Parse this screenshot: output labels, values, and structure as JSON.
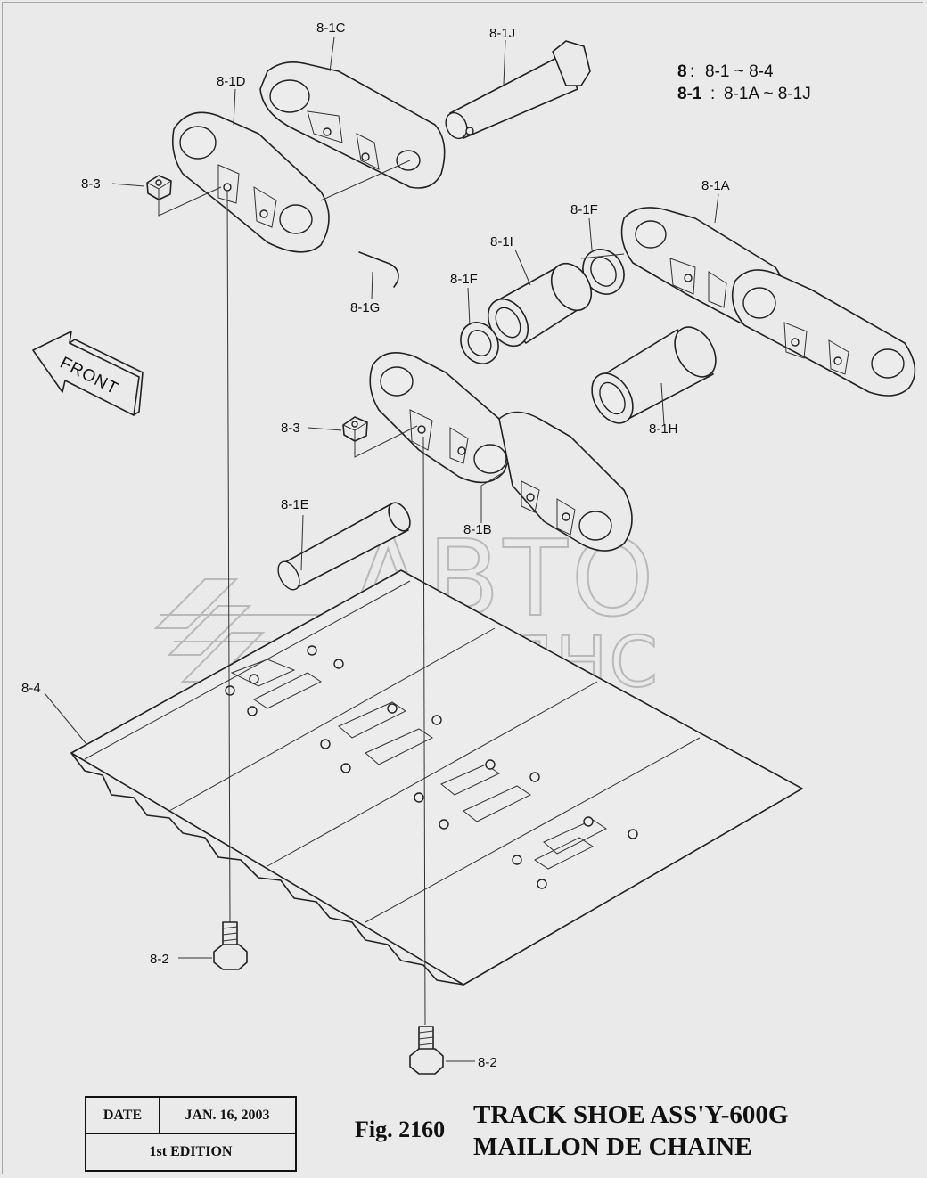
{
  "watermark": {
    "line1": "АВТО",
    "line2": "АЛЬЯНС"
  },
  "direction": {
    "label": "FRONT"
  },
  "notes": [
    {
      "key": "8",
      "sep": ":",
      "range": "8-1 ~ 8-4"
    },
    {
      "key": "8-1",
      "sep": ":",
      "range": "8-1A ~ 8-1J"
    }
  ],
  "labels": {
    "p8_1C": "8-1C",
    "p8_1J": "8-1J",
    "p8_1D": "8-1D",
    "p8_3_top": "8-3",
    "p8_1G": "8-1G",
    "p8_1A": "8-1A",
    "p8_1F_top": "8-1F",
    "p8_1I": "8-1I",
    "p8_1F_left": "8-1F",
    "p8_3_mid": "8-3",
    "p8_1H": "8-1H",
    "p8_1E": "8-1E",
    "p8_1B": "8-1B",
    "p8_4": "8-4",
    "p8_2_left": "8-2",
    "p8_2_bottom": "8-2"
  },
  "title_block": {
    "date_label": "DATE",
    "date_value": "JAN. 16, 2003",
    "edition": "1st EDITION"
  },
  "figure": {
    "number": "Fig. 2160",
    "title_en": "TRACK SHOE ASS'Y-600G",
    "title_fr": "MAILLON DE CHAINE"
  }
}
